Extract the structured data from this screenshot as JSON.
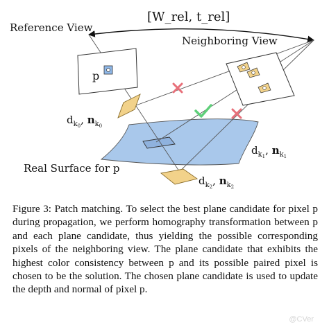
{
  "figure": {
    "top_label": "[W_rel, t_rel]",
    "reference_view": "Reference View",
    "neighboring_view": "Neighboring View",
    "pixel_label": "p",
    "real_surface": "Real Surface for p",
    "d0": "d_{k0}, n_{k0}",
    "d1": "d_{k1}, n_{k1}",
    "d2": "d_{k2}, n_{k2}",
    "colors": {
      "surface": "#a9c8eb",
      "patch": "#f2d28a",
      "cross": "#e8707a",
      "check": "#5fcf7a",
      "pixel": "#8fb8e8"
    }
  },
  "caption": {
    "text": "Figure 3: Patch matching. To select the best plane candidate for pixel p during propagation, we perform homography transformation between p and each plane candidate, thus yielding the possible corresponding pixels of the neighboring view. The plane candidate that exhibits the highest color consistency between p and its possible paired pixel is chosen to be the solution. The chosen plane candidate is used to update the depth and normal of pixel p."
  },
  "watermark": "@CVer"
}
